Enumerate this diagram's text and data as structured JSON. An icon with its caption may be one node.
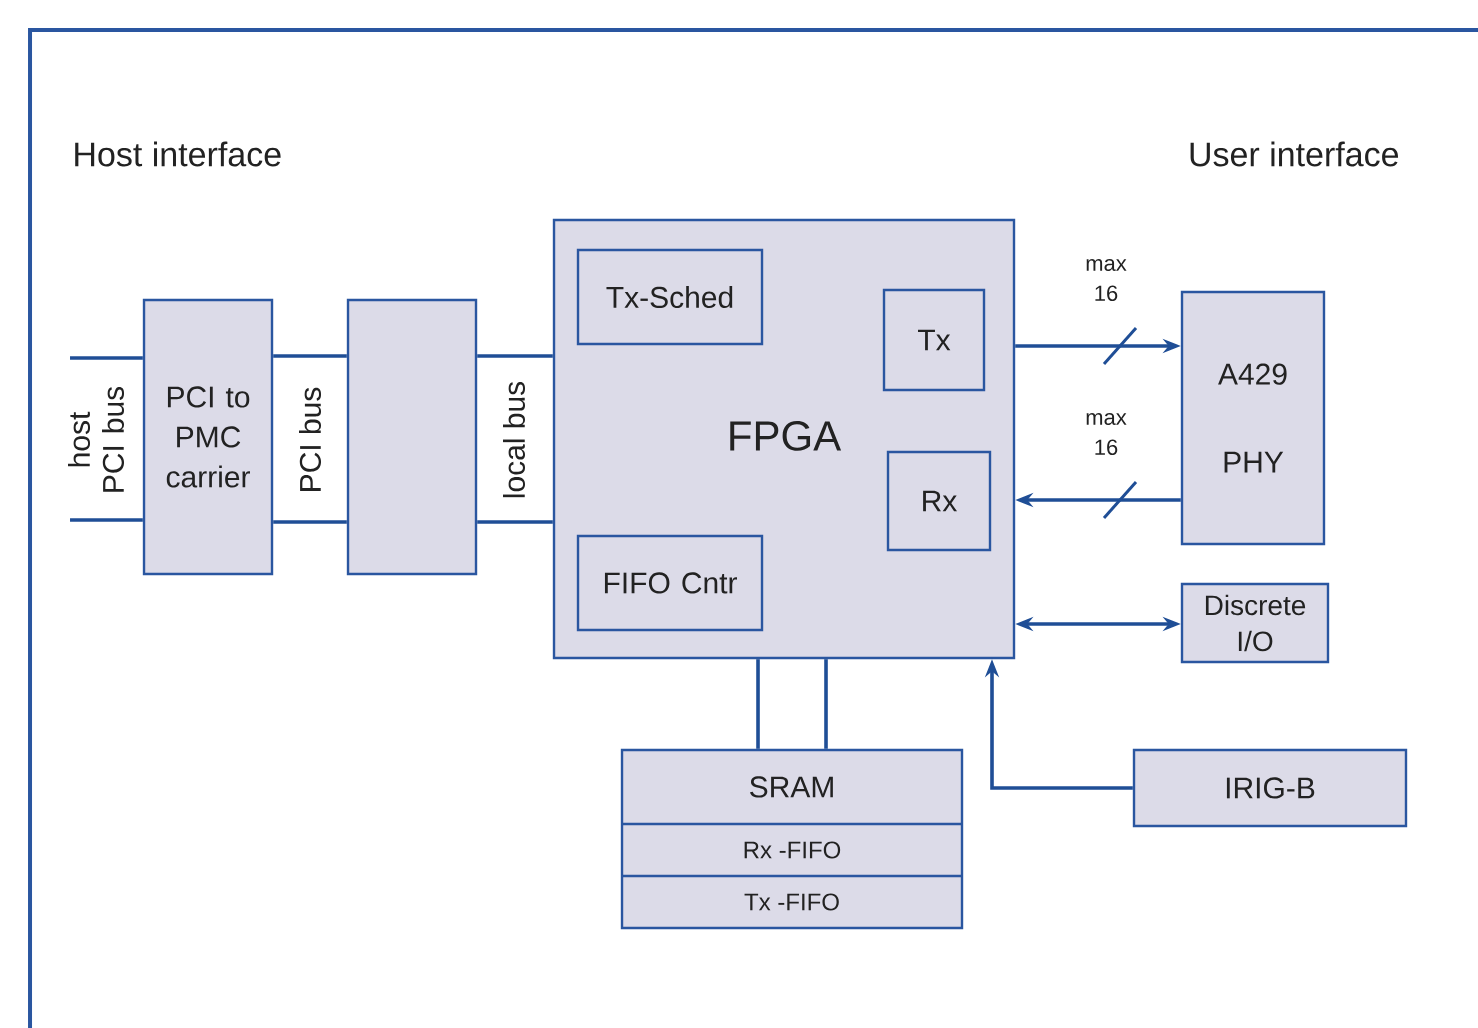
{
  "diagram": {
    "nodes": [
      {
        "text": [
          "PCI to PMC carrier"
        ]
      },
      {
        "text": [],
        "shape": "box"
      },
      {
        "text": [
          "FPGA"
        ]
      },
      {
        "text": [
          "Tx-Sched"
        ],
        "in": 2
      },
      {
        "text": [
          "Tx"
        ],
        "in": 2
      },
      {
        "text": [
          "Rx"
        ],
        "in": 2
      },
      {
        "text": [
          "FIFO Cntr"
        ],
        "in": 2
      },
      {
        "text": [
          "A429 PHY"
        ]
      },
      {
        "text": [
          "Discrete I/O"
        ]
      },
      {
        "text": [
          "SRAM",
          "Rx -FIFO",
          "Tx -FIFO"
        ]
      },
      {
        "text": [
          "IRIG-B"
        ]
      }
    ],
    "edges": [
      {
        "from": null,
        "to": 0,
        "arrow": "none"
      },
      {
        "from": null,
        "to": 0,
        "arrow": "none"
      },
      {
        "from": 0,
        "to": 1,
        "arrow": "none"
      },
      {
        "from": 0,
        "to": 1,
        "arrow": "none"
      },
      {
        "from": 1,
        "to": 2,
        "arrow": "none"
      },
      {
        "from": 1,
        "to": 2,
        "arrow": "none"
      },
      {
        "from": 2,
        "to": 7,
        "arrow": "to",
        "label": "max 16"
      },
      {
        "from": 7,
        "to": 2,
        "arrow": "to",
        "label": "max 16"
      },
      {
        "from": 2,
        "to": 8,
        "arrow": "both"
      },
      {
        "from": 9,
        "to": 2,
        "arrow": "none"
      },
      {
        "from": 9,
        "to": 2,
        "arrow": "none"
      },
      {
        "from": 10,
        "to": 2,
        "arrow": "to"
      }
    ],
    "labels": [
      "Host interface",
      "User interface",
      "host PCI bus",
      "PCI bus",
      "local bus"
    ]
  }
}
